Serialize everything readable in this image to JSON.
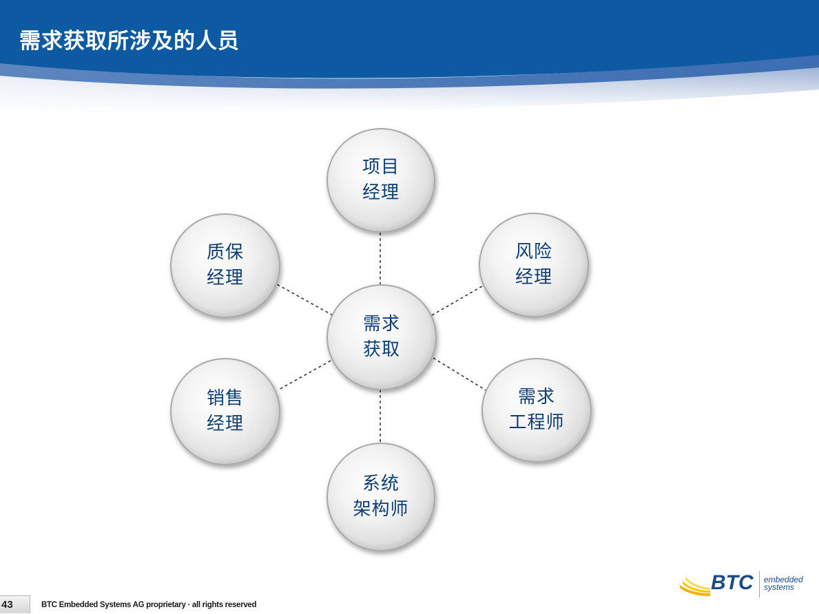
{
  "slide": {
    "title": "需求获取所涉及的人员",
    "page_number": "43",
    "footer": "BTC Embedded Systems AG proprietary · all rights reserved"
  },
  "logo": {
    "name": "BTC",
    "subtitle_line1": "embedded",
    "subtitle_line2": "systems"
  },
  "diagram": {
    "center": {
      "line1": "需求",
      "line2": "获取"
    },
    "nodes": [
      {
        "id": "project-manager",
        "line1": "项目",
        "line2": "经理"
      },
      {
        "id": "risk-manager",
        "line1": "风险",
        "line2": "经理"
      },
      {
        "id": "requirements-engineer",
        "line1": "需求",
        "line2": "工程师"
      },
      {
        "id": "system-architect",
        "line1": "系统",
        "line2": "架构师"
      },
      {
        "id": "sales-manager",
        "line1": "销售",
        "line2": "经理"
      },
      {
        "id": "qa-manager",
        "line1": "质保",
        "line2": "经理"
      }
    ]
  },
  "colors": {
    "header_blue": "#0d5aa3",
    "node_text": "#0f3e74",
    "connector": "#333333"
  }
}
